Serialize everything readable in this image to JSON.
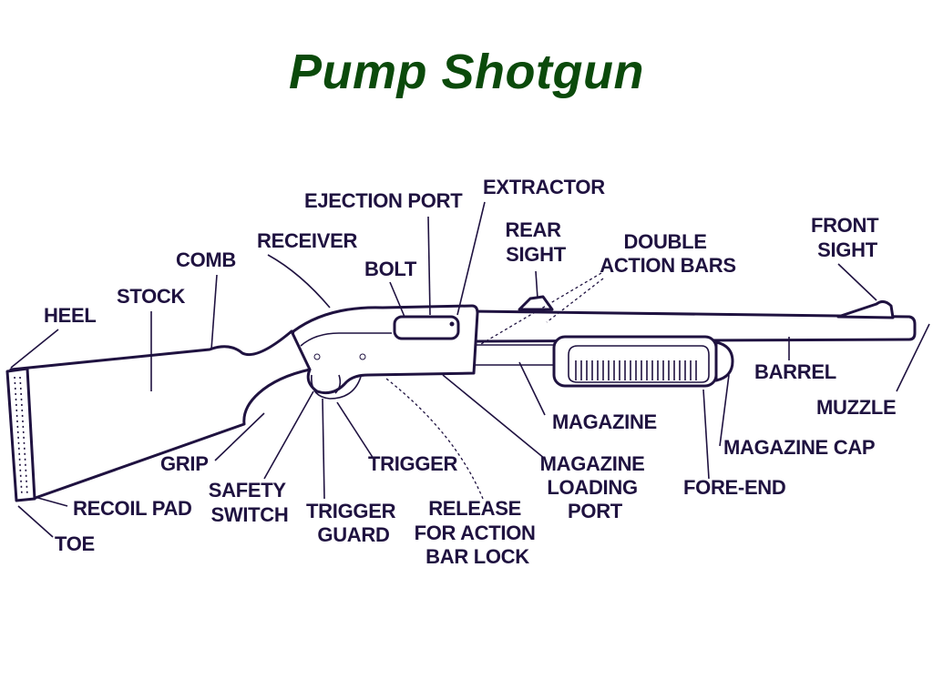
{
  "title": "Pump Shotgun",
  "colors": {
    "title": "#0b4a0b",
    "ink": "#1f1240",
    "background": "#ffffff"
  },
  "labels": {
    "ejection_port": "EJECTION PORT",
    "extractor": "EXTRACTOR",
    "receiver": "RECEIVER",
    "bolt": "BOLT",
    "rear_sight": [
      "REAR",
      "SIGHT"
    ],
    "double_action_bars": [
      "DOUBLE",
      "ACTION BARS"
    ],
    "front_sight": [
      "FRONT",
      "SIGHT"
    ],
    "comb": "COMB",
    "stock": "STOCK",
    "heel": "HEEL",
    "barrel": "BARREL",
    "muzzle": "MUZZLE",
    "magazine": "MAGAZINE",
    "magazine_cap": "MAGAZINE CAP",
    "grip": "GRIP",
    "trigger": "TRIGGER",
    "magazine_loading_port": [
      "MAGAZINE",
      "LOADING",
      "PORT"
    ],
    "fore_end": "FORE-END",
    "recoil_pad": "RECOIL PAD",
    "safety_switch": [
      "SAFETY",
      "SWITCH"
    ],
    "trigger_guard": [
      "TRIGGER",
      "GUARD"
    ],
    "release_for_action_bar_lock": [
      "RELEASE",
      "FOR ACTION",
      "BAR LOCK"
    ],
    "toe": "TOE"
  }
}
